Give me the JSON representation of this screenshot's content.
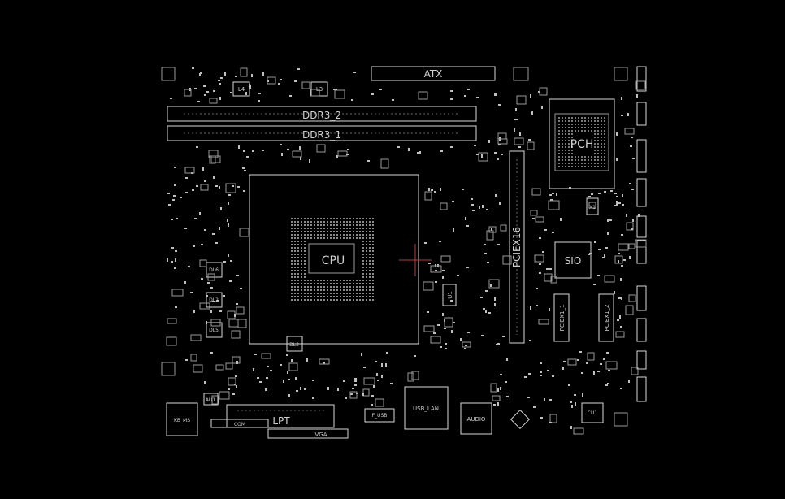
{
  "colors": {
    "background": "#000000",
    "stroke": "#d8d8d8",
    "dim": "#9a9a9a",
    "text": "#cfcfcf"
  },
  "labels": {
    "atx": "ATX",
    "ddr3_2": "DDR3_2",
    "ddr3_1": "DDR3_1",
    "cpu": "CPU",
    "pch": "PCH",
    "sio": "SIO",
    "pciex16": "PCIEX16",
    "pciex1_1": "PCIEX1_1",
    "pciex1_2": "PCIEX1_2",
    "lpt": "LPT",
    "com": "COM",
    "vga": "VGA",
    "kb_ms": "KB_MS",
    "usb_lan": "USB_LAN",
    "audio": "AUDIO",
    "f_usb": "F_USB",
    "cu1": "CU1",
    "au1": "AU1",
    "u1": "U1",
    "l4": "L4",
    "l3": "L3",
    "dl6": "DL6",
    "dl2": "DL2",
    "dl5": "DL5",
    "dl3": "DL3",
    "x1": "X1"
  }
}
